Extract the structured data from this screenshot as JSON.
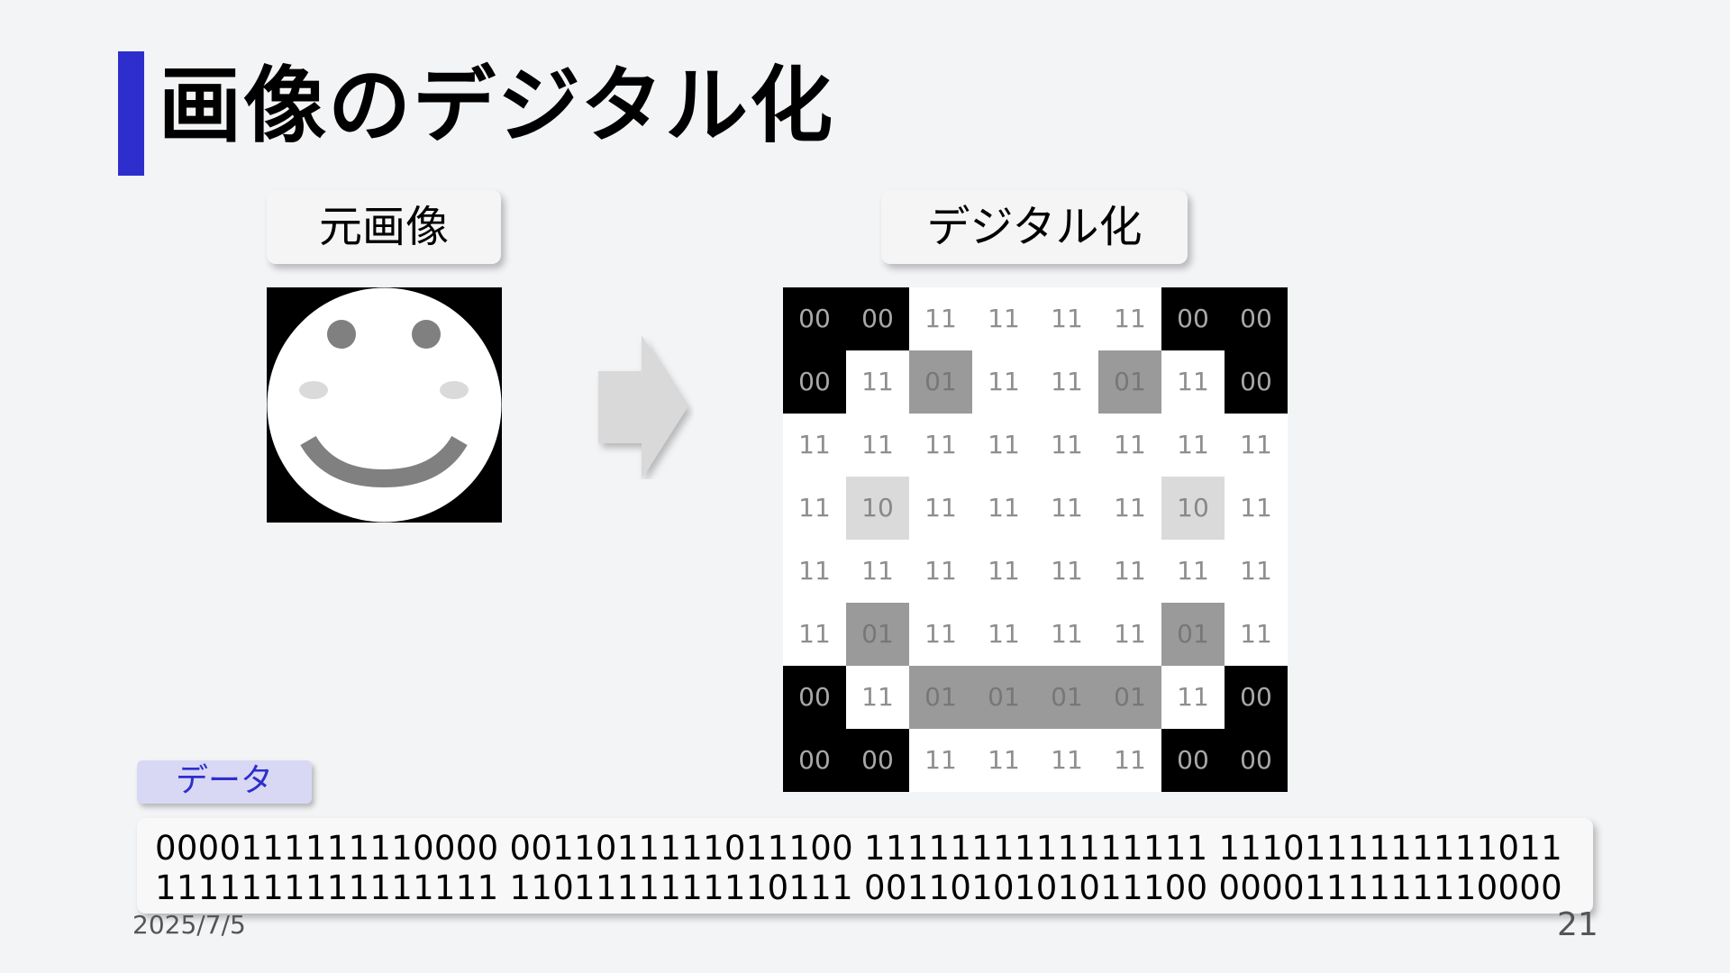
{
  "title": "画像のデジタル化",
  "labels": {
    "original": "元画像",
    "digitized": "デジタル化"
  },
  "accent_color": "#2e2ecc",
  "grid_values": [
    [
      "00",
      "00",
      "11",
      "11",
      "11",
      "11",
      "00",
      "00"
    ],
    [
      "00",
      "11",
      "01",
      "11",
      "11",
      "01",
      "11",
      "00"
    ],
    [
      "11",
      "11",
      "11",
      "11",
      "11",
      "11",
      "11",
      "11"
    ],
    [
      "11",
      "10",
      "11",
      "11",
      "11",
      "11",
      "10",
      "11"
    ],
    [
      "11",
      "11",
      "11",
      "11",
      "11",
      "11",
      "11",
      "11"
    ],
    [
      "11",
      "01",
      "11",
      "11",
      "11",
      "11",
      "01",
      "11"
    ],
    [
      "00",
      "11",
      "01",
      "01",
      "01",
      "01",
      "11",
      "00"
    ],
    [
      "00",
      "00",
      "11",
      "11",
      "11",
      "11",
      "00",
      "00"
    ]
  ],
  "value_colors": {
    "00": "#000000",
    "01": "#9a9a9a",
    "10": "#dadada",
    "11": "#ffffff"
  },
  "data_label": "データ",
  "data_lines": [
    "0000111111110000 0011011111011100 1111111111111111 1110111111111011",
    "1111111111111111 1101111111110111 0011010101011100 0000111111110000"
  ],
  "footer": {
    "date": "2025/7/5",
    "page": "21"
  }
}
